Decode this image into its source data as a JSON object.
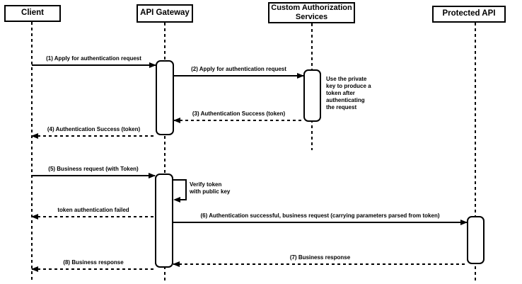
{
  "colors": {
    "stroke": "#000000",
    "fill": "#ffffff",
    "background": "#ffffff"
  },
  "participants": [
    {
      "name": "Client"
    },
    {
      "name": "API Gateway"
    },
    {
      "name": "Custom Authorization Services"
    },
    {
      "name": "Protected API"
    }
  ],
  "messages": [
    {
      "label": "(1) Apply for authentication request",
      "from": "Client",
      "to": "API Gateway",
      "style": "solid"
    },
    {
      "label": "(2) Apply for authentication request",
      "from": "API Gateway",
      "to": "Custom Authorization Services",
      "style": "solid"
    },
    {
      "label": "(3) Authentication Success (token)",
      "from": "Custom Authorization Services",
      "to": "API Gateway",
      "style": "dashed"
    },
    {
      "label": "(4) Authentication Success (token)",
      "from": "API Gateway",
      "to": "Client",
      "style": "dashed"
    },
    {
      "label": "(5) Business request (with Token)",
      "from": "Client",
      "to": "API Gateway",
      "style": "solid"
    },
    {
      "label": "Verify token\nwith public key",
      "from": "API Gateway",
      "to": "API Gateway",
      "style": "self"
    },
    {
      "label": "token authentication failed",
      "from": "API Gateway",
      "to": "Client",
      "style": "dashed"
    },
    {
      "label": "(6) Authentication successful, business request (carrying parameters parsed from token)",
      "from": "API Gateway",
      "to": "Protected API",
      "style": "solid"
    },
    {
      "label": "(7) Business response",
      "from": "Protected API",
      "to": "API Gateway",
      "style": "dashed"
    },
    {
      "label": "(8) Business response",
      "from": "API Gateway",
      "to": "Client",
      "style": "dashed"
    }
  ],
  "notes": [
    {
      "text": "Use the private\nkey to produce a\ntoken after\nauthenticating\nthe request"
    }
  ]
}
